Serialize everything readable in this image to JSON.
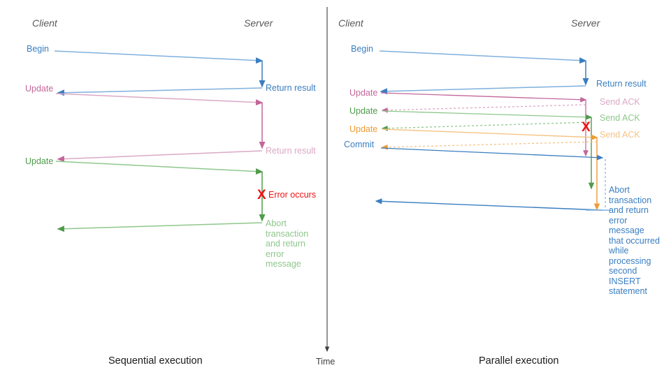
{
  "figure": {
    "title": "Sequential vs parallel transaction execution sequence diagram",
    "time_axis_label": "Time",
    "colors": {
      "blue": "#3a7ec1",
      "blue_light": "#7fb0dd",
      "pink": "#c4669a",
      "pink_light": "#dba8c6",
      "green": "#4e9b4a",
      "green_light": "#8fc78c",
      "orange": "#ed9b33",
      "orange_light": "#f5c384",
      "red": "#ee1111",
      "gray": "#59595b",
      "axis": "#3d3d3d"
    }
  },
  "panels": [
    {
      "id": "sequential",
      "caption": "Sequential execution",
      "actors": {
        "client": "Client",
        "server": "Server"
      },
      "client_labels": [
        {
          "text": "Begin",
          "color": "blue"
        },
        {
          "text": "Update",
          "color": "pink"
        },
        {
          "text": "Update",
          "color": "green"
        }
      ],
      "server_labels": [
        {
          "text": "Return result",
          "color": "blue"
        },
        {
          "text": "Return result",
          "color": "pink"
        },
        {
          "text": "Error occurs",
          "color": "red"
        },
        {
          "text": "Abort transaction and return error message",
          "color": "green"
        }
      ],
      "error_marker": "X"
    },
    {
      "id": "parallel",
      "caption": "Parallel execution",
      "actors": {
        "client": "Client",
        "server": "Server"
      },
      "client_labels": [
        {
          "text": "Begin",
          "color": "blue"
        },
        {
          "text": "Update",
          "color": "pink"
        },
        {
          "text": "Update",
          "color": "green"
        },
        {
          "text": "Update",
          "color": "orange"
        },
        {
          "text": "Commit",
          "color": "blue"
        }
      ],
      "server_labels": [
        {
          "text": "Return result",
          "color": "blue"
        },
        {
          "text": "Send ACK",
          "color": "pink"
        },
        {
          "text": "Send ACK",
          "color": "green"
        },
        {
          "text": "Send ACK",
          "color": "orange"
        },
        {
          "text": "Abort transaction and return error message that occurred while processing second INSERT statement",
          "color": "blue"
        }
      ],
      "error_marker": "X"
    }
  ]
}
